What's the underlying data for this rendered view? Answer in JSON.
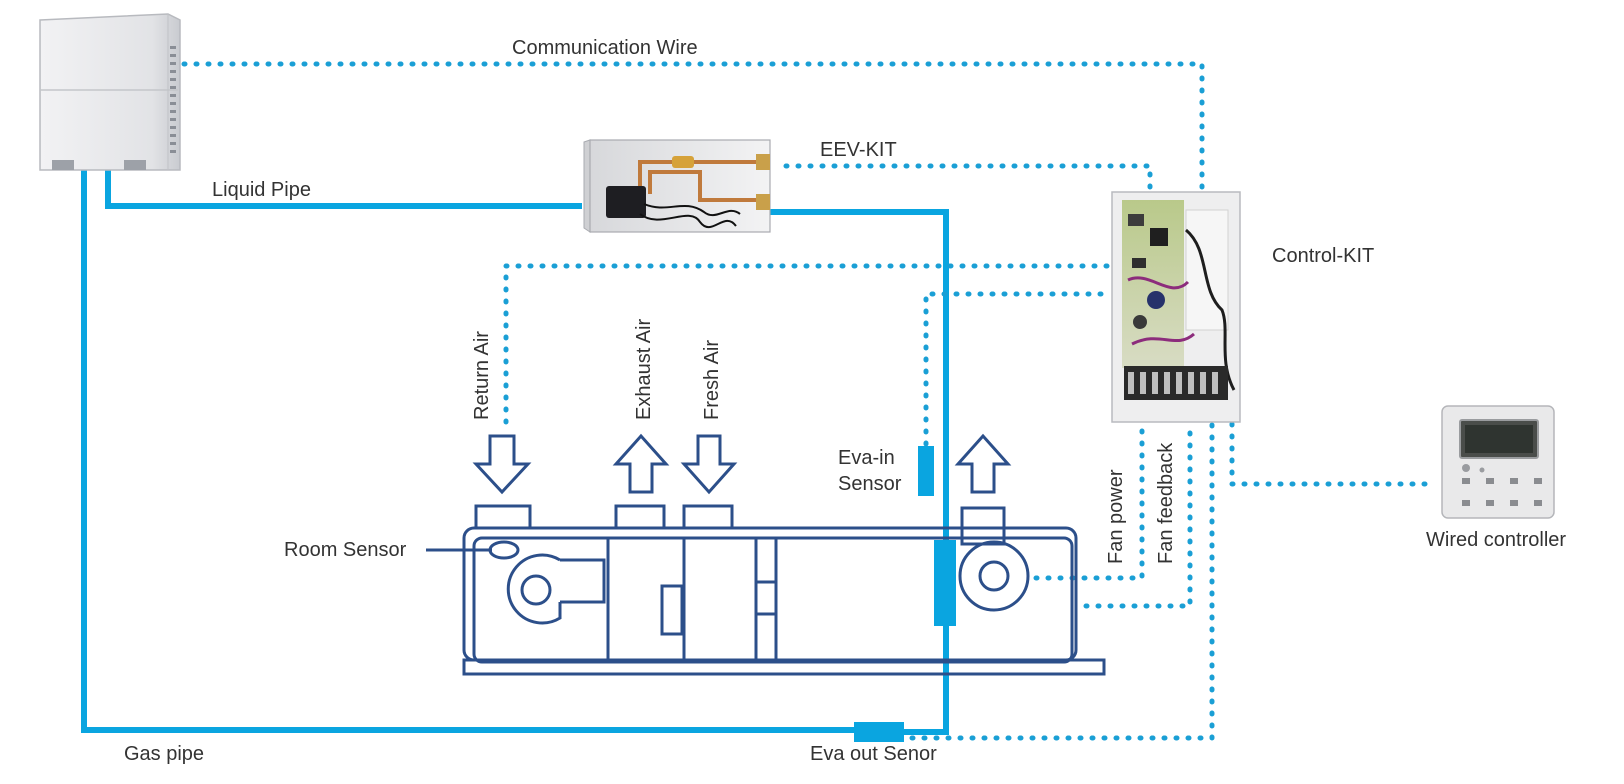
{
  "colors": {
    "pipe": "#0aa5e0",
    "wire": "#1a9fd5",
    "ahu_outline": "#2c4f8a",
    "label_text": "#333333",
    "sensor": "#0aa5e0"
  },
  "labels": {
    "communication_wire": "Communication Wire",
    "liquid_pipe": "Liquid Pipe",
    "eev_kit": "EEV-KIT",
    "control_kit": "Control-KIT",
    "return_air": "Return Air",
    "exhaust_air": "Exhaust Air",
    "fresh_air": "Fresh Air",
    "eva_in_sensor_line1": "Eva-in",
    "eva_in_sensor_line2": "Sensor",
    "room_sensor": "Room Sensor",
    "fan_power": "Fan power",
    "fan_feedback": "Fan feedback",
    "wired_controller": "Wired controller",
    "gas_pipe": "Gas pipe",
    "eva_out_sensor": "Eva out Senor"
  },
  "icons": {
    "outdoor_unit": "outdoor-unit-icon",
    "eev_kit": "eev-kit-icon",
    "control_kit": "control-board-icon",
    "wired_controller": "wired-controller-icon",
    "ahu": "air-handling-unit-icon"
  }
}
